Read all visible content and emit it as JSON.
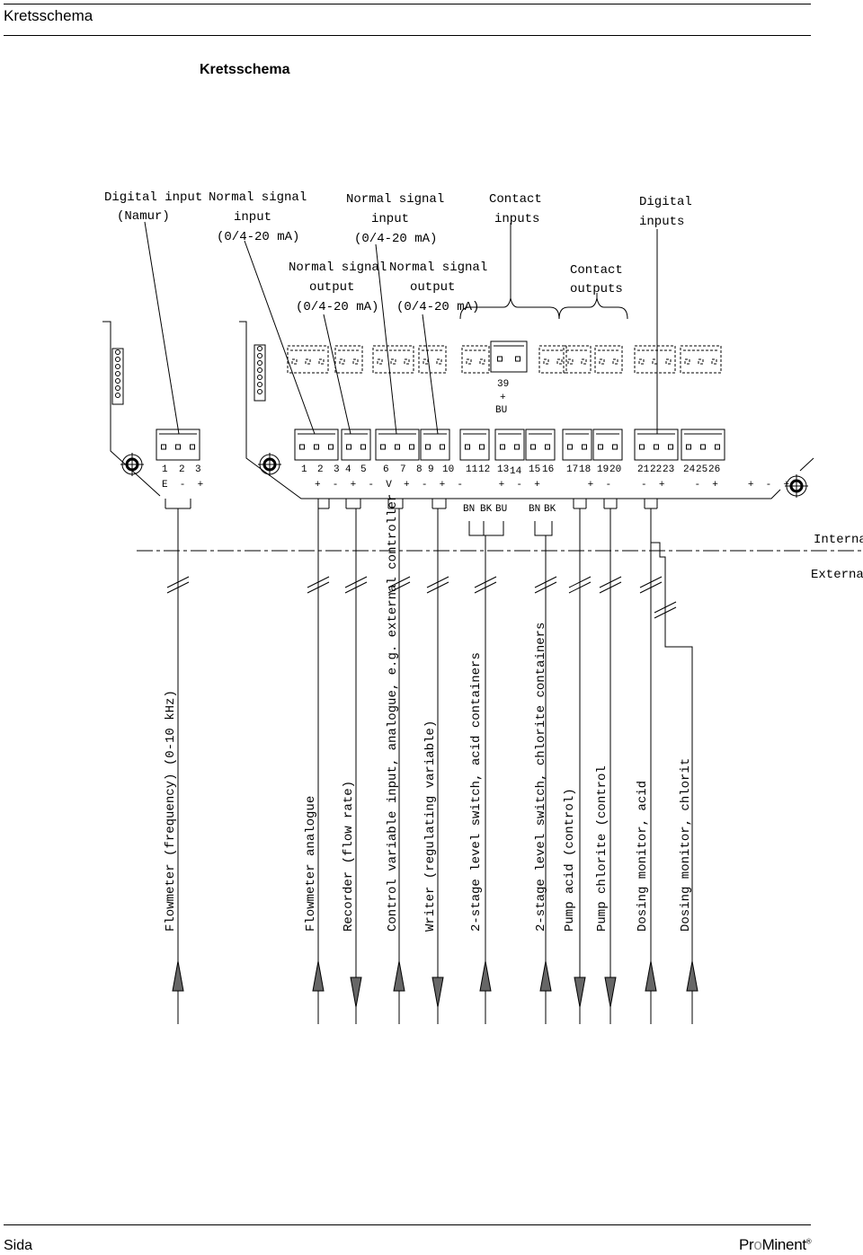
{
  "header": {
    "title": "Kretsschema"
  },
  "heading": "Kretsschema",
  "footer": {
    "left": "Sida",
    "logo_pre": "Pr",
    "logo_o": "o",
    "logo_post": "Minent",
    "logo_reg": "®"
  },
  "top_labels": [
    "Digital input",
    "(Namur)",
    "Normal signal",
    "input",
    "(0/4-20 mA)",
    "Normal signal",
    "input",
    "(0/4-20 mA)",
    "Contact",
    "inputs",
    "Digital",
    "inputs",
    "Normal signal",
    "output",
    "(0/4-20 mA)",
    "Normal signal",
    "output",
    "(0/4-20 mA)",
    "Contact",
    "outputs"
  ],
  "terminal_39": [
    "39",
    "+",
    "BU"
  ],
  "terminal_numbers": [
    "1",
    "2",
    "3",
    "1",
    "2",
    "3",
    "4",
    "5",
    "6",
    "7",
    "8",
    "9",
    "10",
    "11",
    "12",
    "13",
    "14",
    "15",
    "16",
    "17",
    "18",
    "19",
    "20",
    "21",
    "22",
    "23",
    "24",
    "25",
    "26"
  ],
  "polarity_left": "E  -  +",
  "polarity_main": "+  -  +  -  V  +  -  +  -      +  -  +        +  -     -  +     -  +     +  -  +",
  "wire_colors": [
    "BN",
    "BK",
    "BU",
    "BN",
    "BK"
  ],
  "zone_internal": "Internal",
  "zone_external": "External",
  "bottom_labels": [
    "Flowmeter (frequency) (0-10 kHz)",
    "Flowmeter analogue",
    "Recorder (flow rate)",
    "Control variable input, analogue, e.g. external controller",
    "Writer (regulating variable)",
    "2-stage level switch, acid containers",
    "2-stage level switch, chlorite containers",
    "Pump acid (control)",
    "Pump chlorite (control",
    "Dosing monitor, acid",
    "Dosing monitor, chlorit"
  ]
}
